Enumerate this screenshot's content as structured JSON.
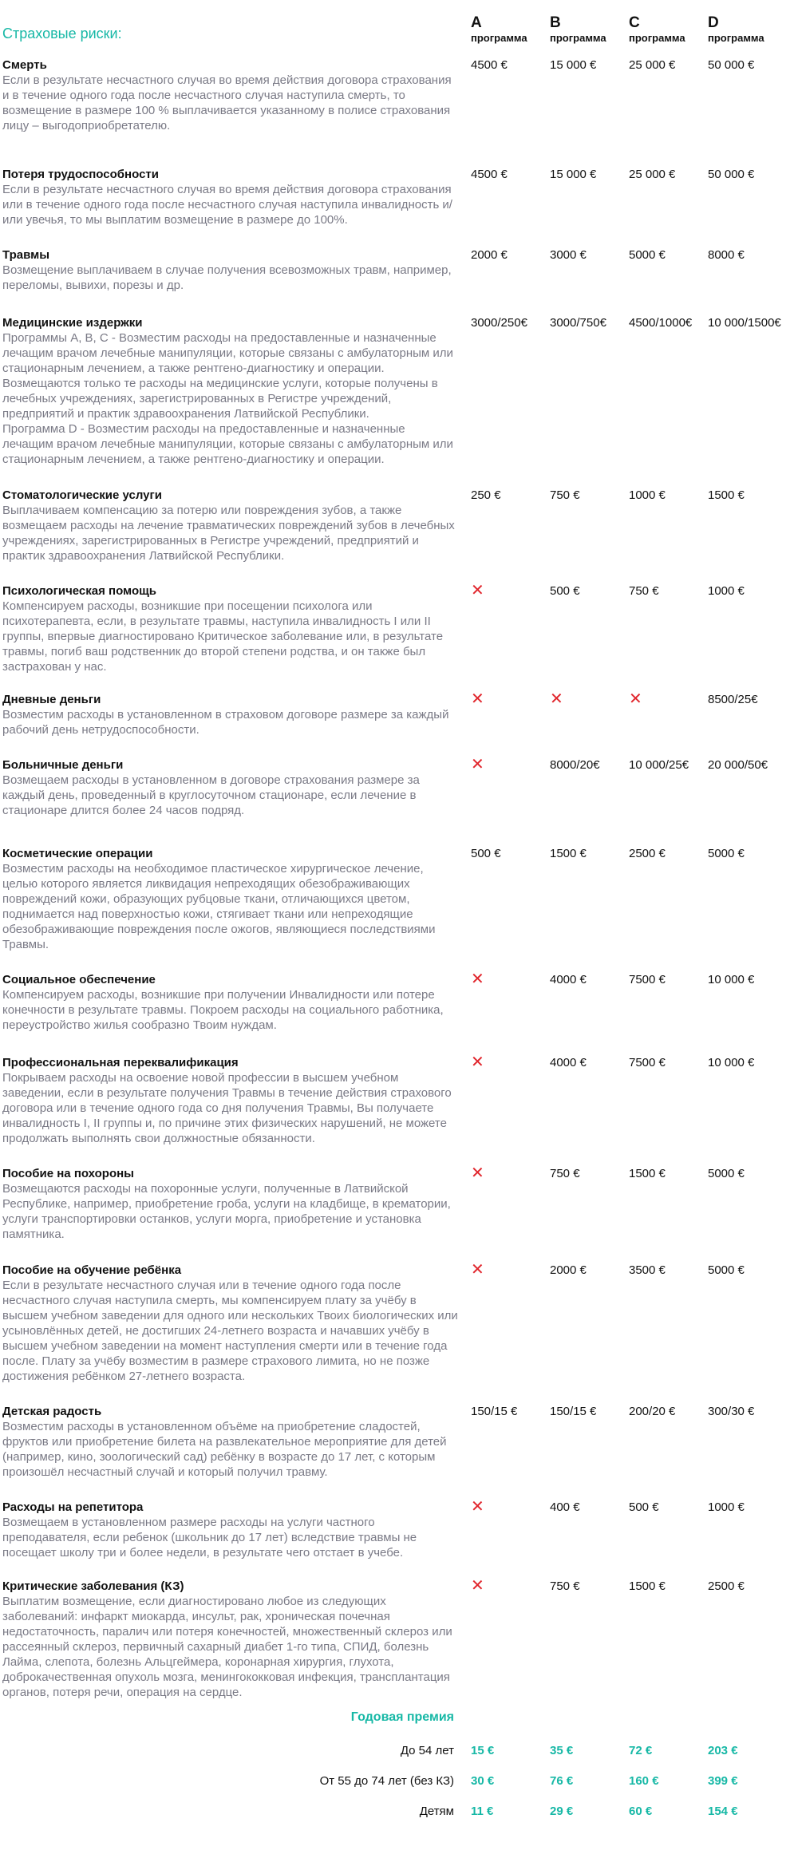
{
  "header": {
    "risks_title": "Страховые риски:",
    "programs": [
      {
        "letter": "A",
        "word": "программа"
      },
      {
        "letter": "B",
        "word": "программа"
      },
      {
        "letter": "C",
        "word": "программа"
      },
      {
        "letter": "D",
        "word": "программа"
      }
    ]
  },
  "rows": [
    {
      "title": "Смерть",
      "desc": "Если в результате несчастного случая во время действия договора страхования и в течение одного года после несчастного случая наступила смерть, то возмещение в размере 100 % выплачивается указанному в полисе страхования лицу – выгодоприобретателю.",
      "values": [
        "4500 €",
        "15 000 €",
        "25 000 €",
        "50 000 €"
      ],
      "gap": 42
    },
    {
      "title": "Потеря трудоспособности",
      "desc": "Если в результате несчастного случая во время действия договора страхования или в течение одного года после несчастного случая наступила инвалидность и/или увечья, то мы выплатим возмещение в размере до 100%.",
      "values": [
        "4500 €",
        "15 000 €",
        "25 000 €",
        "50 000 €"
      ],
      "gap": 25
    },
    {
      "title": "Травмы",
      "desc": "Возмещение выплачиваем в случае получения всевозможных травм, например, переломы, вывихи, порезы и др.",
      "values": [
        "2000 €",
        "3000 €",
        "5000 €",
        "8000 €"
      ],
      "gap": 28
    },
    {
      "title": "Медицинские издержки",
      "desc": "Программы A, B, C - Возместим расходы на предоставленные и назначенные лечащим врачом лечебные манипуляции, которые связаны с амбулаторным или стационарным лечением, а также рентгено-диагностику и операции. Возмещаются только те расходы на медицинские услуги, которые получены в лечебных учреждениях, зарегистрированных в Регистре учреждений, предприятий и практик здравоохранения Латвийской Республики.\nПрограмма D - Возместим расходы на предоставленные и назначенные лечащим врачом лечебные манипуляции, которые связаны с амбулаторным или стационарным лечением, а также рентгено-диагностику и операции.",
      "values": [
        "3000/250€",
        "3000/750€",
        "4500/1000€",
        "10 000/1500€"
      ],
      "gap": 26
    },
    {
      "title": "Стоматологические услуги",
      "desc": "Выплачиваем компенсацию за потерю или повреждения зубов, а также возмещаем расходы на лечение травматических повреждений зубов в лечебных учреждениях, зарегистрированных в Регистре учреждений, предприятий и практик здравоохранения Латвийской Республики.",
      "values": [
        "250 €",
        "750 €",
        "1000 €",
        "1500 €"
      ],
      "gap": 25
    },
    {
      "title": "Психологическая помощь",
      "desc": "Компенсируем расходы, возникшие при посещении психолога или психотерапевта, если, в результате травмы, наступила инвалидность I или II группы, впервые диагностировано Критическое заболевание или, в результате травмы, погиб ваш родственник до второй степени родства, и он также был застрахован у нас.",
      "values": [
        "✕",
        "500 €",
        "750 €",
        "1000 €"
      ],
      "gap": 22
    },
    {
      "title": "Дневные деньги",
      "desc": "Возместим расходы в установленном в страховом договоре размере за каждый рабочий день нетрудоспособности.",
      "values": [
        "✕",
        "✕",
        "✕",
        "8500/25€"
      ],
      "gap": 25
    },
    {
      "title": "Больничные деньги",
      "desc": "Возмещаем расходы в установленном в договоре страхования размере за каждый день, проведенный в круглосуточном стационаре, если лечение в стационаре длится более 24 часов подряд.",
      "values": [
        "✕",
        "8000/20€",
        "10 000/25€",
        "20 000/50€"
      ],
      "gap": 35
    },
    {
      "title": "Косметические операции",
      "desc": "Возместим расходы на необходимое пластическое хирургическое лечение, целью которого является ликвидация непреходящих обезображивающих повреждений кожи, образующих рубцовые ткани, отличающихся цветом, поднимается над поверхностью кожи, стягивает ткани или непреходящие обезображивающие повреждения после ожогов, являющиеся последствиями Травмы.",
      "values": [
        "500 €",
        "1500 €",
        "2500 €",
        "5000 €"
      ],
      "gap": 25
    },
    {
      "title": "Социальное обеспечение",
      "desc": "Компенсируем расходы, возникшие при получении Инвалидности или потере конечности в результате травмы. Покроем расходы на социального работника, переустройство жилья сообразно Твоим нуждам.",
      "values": [
        "✕",
        "4000 €",
        "7500 €",
        "10 000 €"
      ],
      "gap": 28
    },
    {
      "title": "Профессиональная переквалификация",
      "desc": "Покрываем расходы на освоение новой профессии в высшем учебном заведении, если в результате получения Травмы в течение действия страхового договора или в течение одного года со дня получения Травмы, Вы получаете инвалидность I, II группы и, по причине этих физических нарушений, не можете продолжать выполнять свои должностные обязанности.",
      "values": [
        "✕",
        "4000 €",
        "7500 €",
        "10 000 €"
      ],
      "gap": 25
    },
    {
      "title": "Пособие на похороны",
      "desc": "Возмещаются расходы на похоронные услуги, полученные в Латвийской Республике, например, приобретение гроба, услуги на кладбище, в крематории, услуги транспортировки останков, услуги морга, приобретение и установка памятника.",
      "values": [
        "✕",
        "750 €",
        "1500 €",
        "5000 €"
      ],
      "gap": 26
    },
    {
      "title": "Пособие на обучение ребёнка",
      "desc": "Если в результате несчастного случая или в течение одного года после несчастного случая наступила смерть, мы компенсируем плату за учёбу в высшем учебном заведении для одного или нескольких Твоих биологических или усыновлённых детей, не достигших 24-летнего возраста и начавших учёбу в высшем учебном заведении на момент наступления смерти или в течение года после. Плату за учёбу возместим в размере страхового лимита, но не позже достижения ребёнком 27-летнего возраста.",
      "values": [
        "✕",
        "2000 €",
        "3500 €",
        "5000 €"
      ],
      "gap": 25
    },
    {
      "title": "Детская радость",
      "desc": "Возместим расходы в установленном объёме на приобретение сладостей, фруктов или приобретение билета на развлекательное мероприятие для детей (например, кино, зоологический сад) ребёнку в возрасте до 17 лет, с которым произошёл несчастный случай и который получил травму.",
      "values": [
        "150/15 €",
        "150/15 €",
        "200/20 €",
        "300/30 €"
      ],
      "gap": 25
    },
    {
      "title": "Расходы на репетитора",
      "desc": "Возмещаем в установленном размере расходы на услуги частного преподавателя, если ребенок (школьник до 17 лет) вследствие травмы не посещает школу три и более недели, в результате чего отстает в учебе.",
      "values": [
        "✕",
        "400 €",
        "500 €",
        "1000 €"
      ],
      "gap": 23
    },
    {
      "title": "Критические заболевания (КЗ)",
      "desc": "Выплатим возмещение, если диагностировано любое из следующих заболеваний: инфаркт миокарда, инсульт, рак, хроническая почечная недостаточность, паралич или потеря конечностей, множественный склероз или рассеянный склероз, первичный сахарный диабет 1-го типа, СПИД, болезнь Лайма, слепота, болезнь Альцгеймера, коронарная хирургия, глухота, доброкачественная опухоль мозга, менингококковая инфекция, трансплантация органов, потеря речи, операция на сердце.",
      "values": [
        "✕",
        "750 €",
        "1500 €",
        "2500 €"
      ],
      "gap": 0
    }
  ],
  "premium": {
    "title": "Годовая премия",
    "rows": [
      {
        "label": "До 54 лет",
        "values": [
          "15 €",
          "35 €",
          "72 €",
          "203 €"
        ]
      },
      {
        "label": "От 55 до 74 лет (без КЗ)",
        "values": [
          "30 €",
          "76 €",
          "160 €",
          "399 €"
        ]
      },
      {
        "label": "Детям",
        "values": [
          "11 €",
          "29 €",
          "60 €",
          "154 €"
        ]
      }
    ]
  },
  "colors": {
    "accent": "#17b8a6",
    "no": "#e1262d"
  }
}
